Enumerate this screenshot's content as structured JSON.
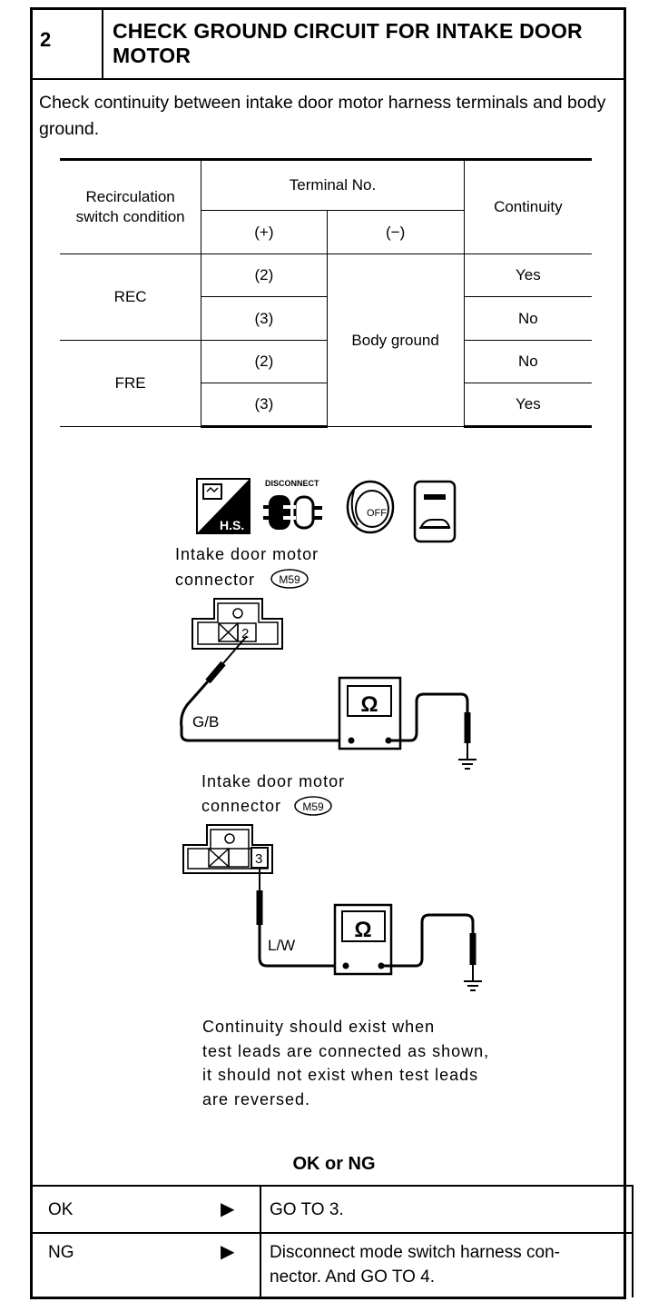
{
  "header": {
    "step": "2",
    "title": "CHECK GROUND CIRCUIT FOR INTAKE DOOR MOTOR"
  },
  "intro": "Check continuity between intake door motor harness terminals and body ground.",
  "table": {
    "col_condition": "Recirculation switch condition",
    "col_terminal": "Terminal No.",
    "col_plus": "(+)",
    "col_minus": "(−)",
    "col_continuity": "Continuity",
    "body_ground": "Body ground",
    "groups": [
      {
        "condition": "REC",
        "rows": [
          {
            "plus": "(2)",
            "continuity": "Yes"
          },
          {
            "plus": "(3)",
            "continuity": "No"
          }
        ]
      },
      {
        "condition": "FRE",
        "rows": [
          {
            "plus": "(2)",
            "continuity": "No"
          },
          {
            "plus": "(3)",
            "continuity": "Yes"
          }
        ]
      }
    ]
  },
  "icons": {
    "hs_label": "H.S.",
    "disconnect_label": "DISCONNECT",
    "off_label": "OFF"
  },
  "diagram1": {
    "caption_line1": "Intake door motor",
    "caption_line2": "connector",
    "connector_id": "M59",
    "terminal": "2",
    "wire": "G/B",
    "meter": "Ω"
  },
  "diagram2": {
    "caption_line1": "Intake door motor",
    "caption_line2": "connector",
    "connector_id": "M59",
    "terminal": "3",
    "wire": "L/W",
    "meter": "Ω"
  },
  "note": [
    "Continuity should exist when",
    "test leads are connected as shown,",
    "it should not exist when test leads",
    "are reversed."
  ],
  "result": {
    "title": "OK or NG",
    "rows": [
      {
        "label": "OK",
        "action_lines": [
          "GO TO 3."
        ]
      },
      {
        "label": "NG",
        "action_lines": [
          "Disconnect mode switch harness con-",
          "nector. And GO TO 4."
        ]
      }
    ]
  }
}
